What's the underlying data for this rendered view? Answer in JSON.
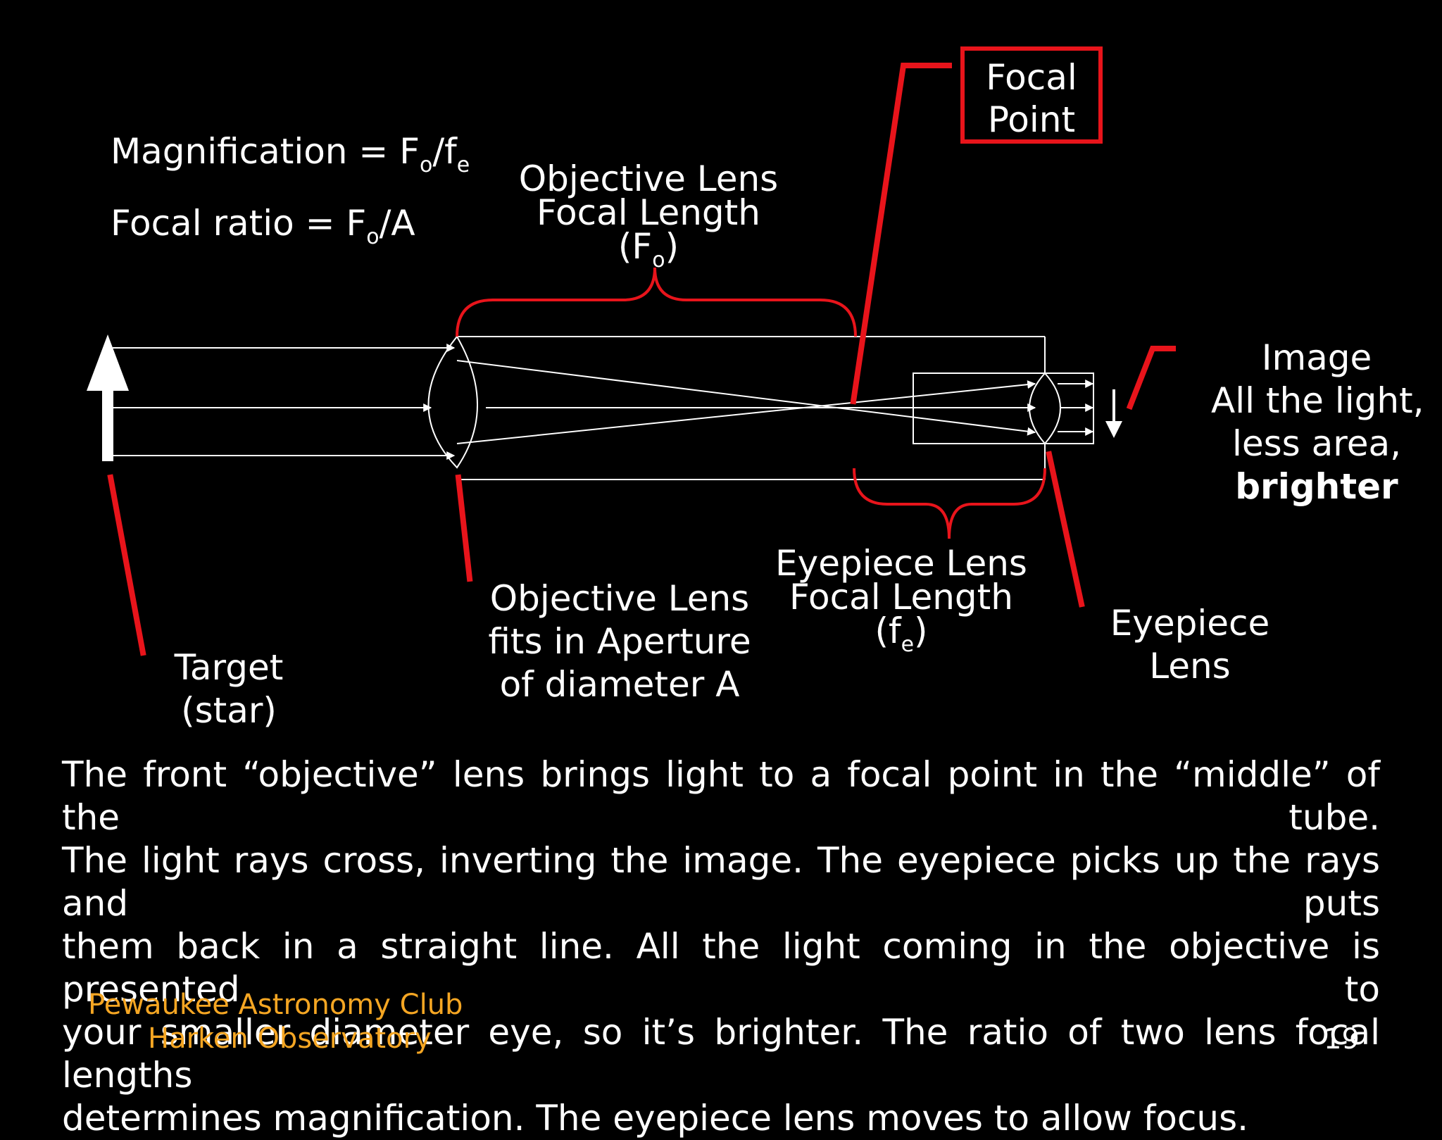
{
  "formulas": {
    "magnification": {
      "label": "Magnification = ",
      "F": "F",
      "o": "o",
      "slash": "/f",
      "e": "e"
    },
    "focal_ratio": {
      "label": "Focal ratio = F",
      "o": "o",
      "rest": "/A"
    }
  },
  "labels": {
    "objective_focal_length": {
      "line1": "Objective Lens",
      "line2": "Focal Length",
      "paren_open": "(F",
      "sub": "o",
      "paren_close": ")"
    },
    "focal_point": {
      "line1": "Focal",
      "line2": "Point"
    },
    "image": {
      "line1": "Image",
      "line2": "All the light,",
      "line3": "less area,",
      "line4": "brighter"
    },
    "eyepiece_focal_length": {
      "line1": "Eyepiece Lens",
      "line2": "Focal Length",
      "paren_open": "(f",
      "sub": "e",
      "paren_close": ")"
    },
    "eyepiece_lens": {
      "line1": "Eyepiece",
      "line2": "Lens"
    },
    "objective_aperture": {
      "line1": "Objective Lens",
      "line2": "fits in Aperture",
      "line3": "of diameter A"
    },
    "target": {
      "line1": "Target",
      "line2": "(star)"
    }
  },
  "body": {
    "line1": "The front “objective” lens brings light to a focal point in the “middle” of the tube.",
    "line2": "The light rays cross, inverting the image.  The eyepiece picks up the rays and puts",
    "line3": "them back in a straight line.  All the light coming in the objective is presented to",
    "line4": "your smaller diameter eye, so it’s brighter.  The ratio of two lens focal lengths",
    "line5": "determines magnification.  The eyepiece lens moves to allow focus."
  },
  "footer": {
    "line1": "Pewaukee Astronomy Club",
    "line2": "Harken Observatory"
  },
  "page_number": "19",
  "colors": {
    "background": "#000000",
    "text": "#ffffff",
    "accent_red": "#e8141b",
    "footer_orange": "#f5a623"
  }
}
